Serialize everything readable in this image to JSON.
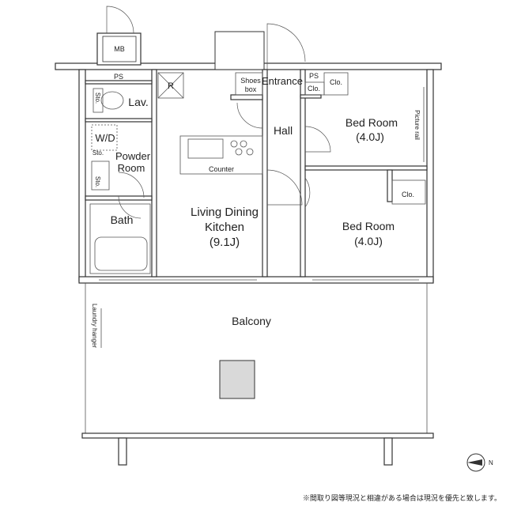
{
  "rooms": {
    "mb": "MB",
    "ps_top": "PS",
    "ps_right": "PS",
    "refrigerator": "R",
    "shoes_box_line1": "Shoes",
    "shoes_box_line2": "box",
    "entrance": "Entrance",
    "clo_entrance": "Clo.",
    "clo_bedroom1": "Clo.",
    "clo_bedroom2": "Clo.",
    "lav": "Lav.",
    "wd": "W/D",
    "sto_1": "Sto.",
    "sto_2": "Sto.",
    "sto_3": "Sto.",
    "powder_room_line1": "Powder",
    "powder_room_line2": "Room",
    "hall": "Hall",
    "bedroom1_name": "Bed Room",
    "bedroom1_size": "(4.0J)",
    "picture_rail": "Picture rail",
    "counter": "Counter",
    "ldk_line1": "Living Dining",
    "ldk_line2": "Kitchen",
    "ldk_size": "(9.1J)",
    "bath": "Bath",
    "bedroom2_name": "Bed Room",
    "bedroom2_size": "(4.0J)",
    "balcony": "Balcony",
    "laundry_hanger": "Laundry hanger"
  },
  "compass": "N",
  "footnote": "※間取り図等現況と相違がある場合は現況を優先と致します。"
}
